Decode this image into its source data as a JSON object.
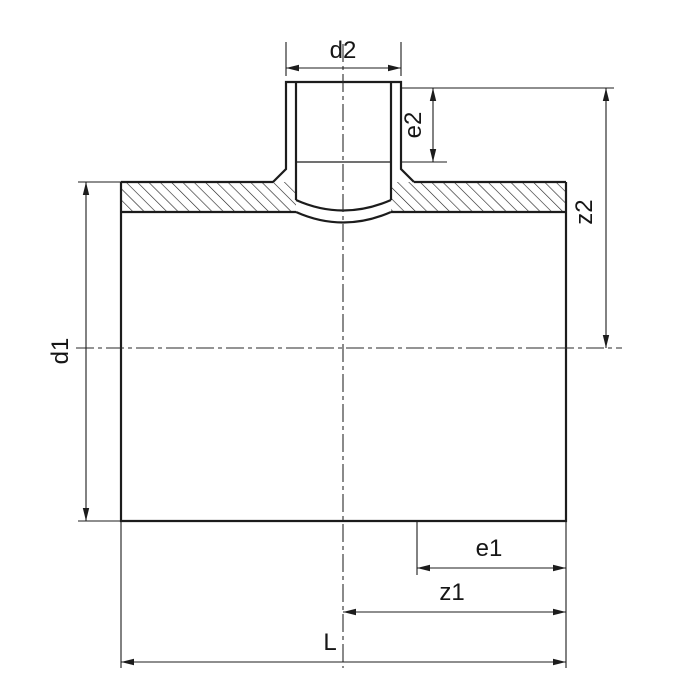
{
  "drawing": {
    "background": "#ffffff",
    "line_color": "#1c1c1c",
    "labels": {
      "d2": "d2",
      "e2": "e2",
      "z2": "z2",
      "d1": "d1",
      "e1": "e1",
      "z1": "z1",
      "L": "L"
    }
  }
}
